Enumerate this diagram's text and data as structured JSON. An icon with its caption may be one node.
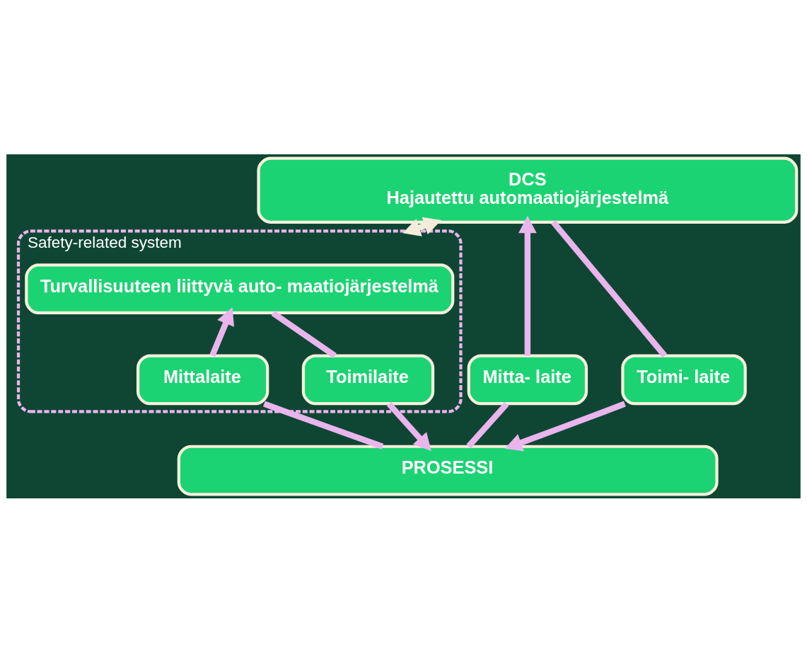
{
  "diagram": {
    "nodes": [
      {
        "text": [
          "DCS",
          "Hajautettu automaatiojärjestelmä"
        ]
      },
      {
        "text": [
          "Safety-related system"
        ]
      },
      {
        "text": [
          "Turvallisuuteen liittyvä auto- maatiojärjestelmä"
        ],
        "in": 1
      },
      {
        "text": [
          "Mittalaite"
        ],
        "in": 1
      },
      {
        "text": [
          "Toimilaite"
        ],
        "in": 1
      },
      {
        "text": [
          "Mitta- laite"
        ]
      },
      {
        "text": [
          "Toimi- laite"
        ]
      },
      {
        "text": [
          "PROSESSI"
        ]
      }
    ],
    "edges": [
      {
        "from": 7,
        "to": 5,
        "arrow": "none"
      },
      {
        "from": 5,
        "to": 0,
        "arrow": "to"
      },
      {
        "from": 0,
        "to": 1,
        "arrow": "both",
        "color": "#f3ecd9"
      },
      {
        "from": 7,
        "to": 3,
        "arrow": "none"
      },
      {
        "from": 3,
        "to": 2,
        "arrow": "to"
      },
      {
        "from": 2,
        "to": 4,
        "arrow": "none"
      },
      {
        "from": 4,
        "to": 7,
        "arrow": "to"
      },
      {
        "from": 0,
        "to": 6,
        "arrow": "none"
      },
      {
        "from": 6,
        "to": 7,
        "arrow": "to"
      }
    ]
  }
}
